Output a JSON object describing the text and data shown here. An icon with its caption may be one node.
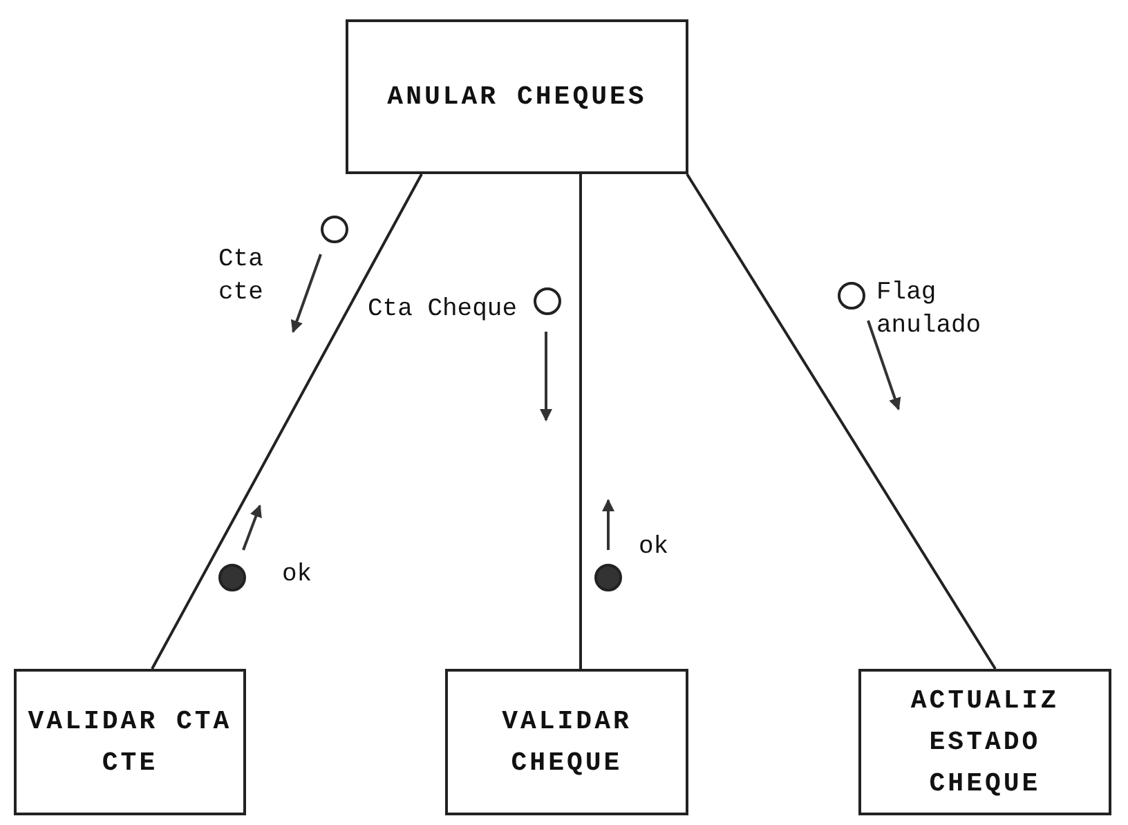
{
  "diagram": {
    "nodes": [
      {
        "text": [
          "ANULAR CHEQUES"
        ]
      },
      {
        "text": [
          "VALIDAR CTA CTE"
        ]
      },
      {
        "text": [
          "VALIDAR CHEQUE"
        ]
      },
      {
        "text": [
          "ACTUALIZ ESTADO CHEQUE"
        ]
      }
    ],
    "edges": [
      {
        "from": 0,
        "to": 1,
        "arrow": "none"
      },
      {
        "from": 0,
        "to": 2,
        "arrow": "none"
      },
      {
        "from": 0,
        "to": 3,
        "arrow": "none"
      }
    ],
    "labels": [
      "Cta cte",
      "ok",
      "Cta Cheque",
      "ok",
      "Flag anulado"
    ]
  }
}
